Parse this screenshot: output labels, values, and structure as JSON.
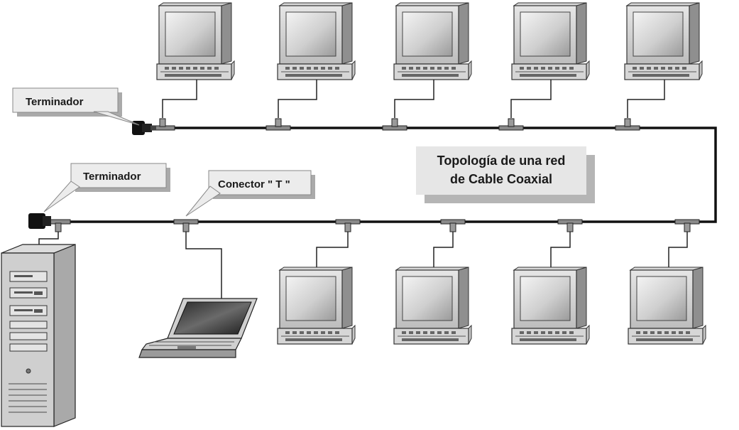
{
  "diagram": {
    "title_line1": "Topología de una red",
    "title_line2": "de Cable Coaxial",
    "callouts": {
      "terminator_top": "Terminador",
      "terminator_bottom": "Terminador",
      "t_connector": "Conector \" T \""
    },
    "nodes": [
      {
        "type": "desktop",
        "name": "pc-top-1"
      },
      {
        "type": "desktop",
        "name": "pc-top-2"
      },
      {
        "type": "desktop",
        "name": "pc-top-3"
      },
      {
        "type": "desktop",
        "name": "pc-top-4"
      },
      {
        "type": "desktop",
        "name": "pc-top-5"
      },
      {
        "type": "server",
        "name": "server-tower"
      },
      {
        "type": "laptop",
        "name": "laptop"
      },
      {
        "type": "desktop",
        "name": "pc-bottom-1"
      },
      {
        "type": "desktop",
        "name": "pc-bottom-2"
      },
      {
        "type": "desktop",
        "name": "pc-bottom-3"
      },
      {
        "type": "desktop",
        "name": "pc-bottom-4"
      }
    ]
  }
}
